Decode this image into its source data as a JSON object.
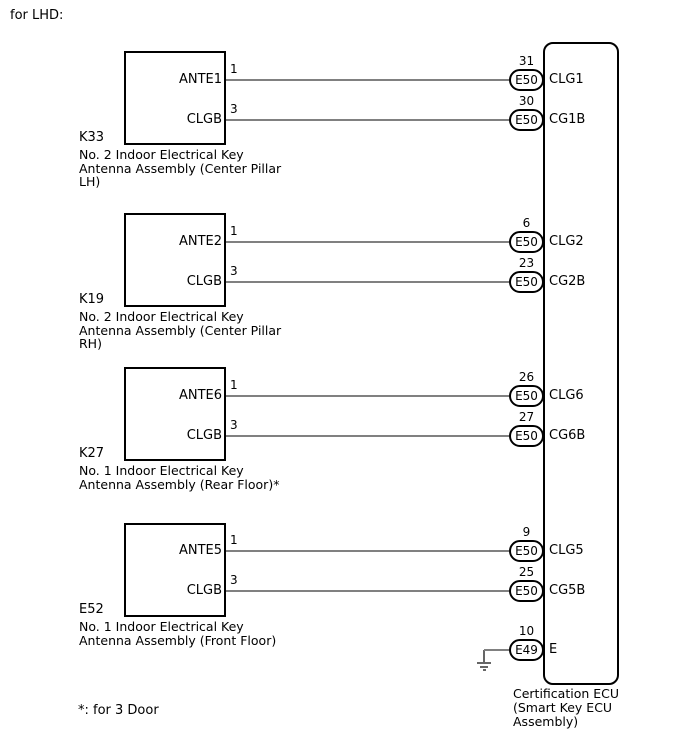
{
  "header": {
    "note": "for LHD:"
  },
  "footnote": "*: for 3 Door",
  "colors": {
    "line": "#000000",
    "wire": "#808080",
    "text": "#000000",
    "background": "#ffffff"
  },
  "ecu": {
    "caption_lines": [
      "Certification ECU",
      "(Smart Key ECU",
      "Assembly)"
    ]
  },
  "blocks": [
    {
      "code": "K33",
      "name_lines": [
        "No. 2 Indoor Electrical Key",
        "Antenna Assembly (Center Pillar",
        "LH)"
      ],
      "rows": [
        {
          "signal": "ANTE1",
          "pin": "1",
          "ecu_pin": "31",
          "connector": "E50",
          "terminal": "CLG1"
        },
        {
          "signal": "CLGB",
          "pin": "3",
          "ecu_pin": "30",
          "connector": "E50",
          "terminal": "CG1B"
        }
      ]
    },
    {
      "code": "K19",
      "name_lines": [
        "No. 2 Indoor Electrical Key",
        "Antenna Assembly (Center Pillar",
        "RH)"
      ],
      "rows": [
        {
          "signal": "ANTE2",
          "pin": "1",
          "ecu_pin": "6",
          "connector": "E50",
          "terminal": "CLG2"
        },
        {
          "signal": "CLGB",
          "pin": "3",
          "ecu_pin": "23",
          "connector": "E50",
          "terminal": "CG2B"
        }
      ]
    },
    {
      "code": "K27",
      "name_lines": [
        "No. 1 Indoor Electrical Key",
        "Antenna Assembly (Rear Floor)*"
      ],
      "rows": [
        {
          "signal": "ANTE6",
          "pin": "1",
          "ecu_pin": "26",
          "connector": "E50",
          "terminal": "CLG6"
        },
        {
          "signal": "CLGB",
          "pin": "3",
          "ecu_pin": "27",
          "connector": "E50",
          "terminal": "CG6B"
        }
      ]
    },
    {
      "code": "E52",
      "name_lines": [
        "No. 1 Indoor Electrical Key",
        "Antenna Assembly (Front Floor)"
      ],
      "rows": [
        {
          "signal": "ANTE5",
          "pin": "1",
          "ecu_pin": "9",
          "connector": "E50",
          "terminal": "CLG5"
        },
        {
          "signal": "CLGB",
          "pin": "3",
          "ecu_pin": "25",
          "connector": "E50",
          "terminal": "CG5B"
        }
      ]
    }
  ],
  "ground": {
    "ecu_pin": "10",
    "connector": "E49",
    "terminal": "E",
    "icon": "ground-icon"
  }
}
